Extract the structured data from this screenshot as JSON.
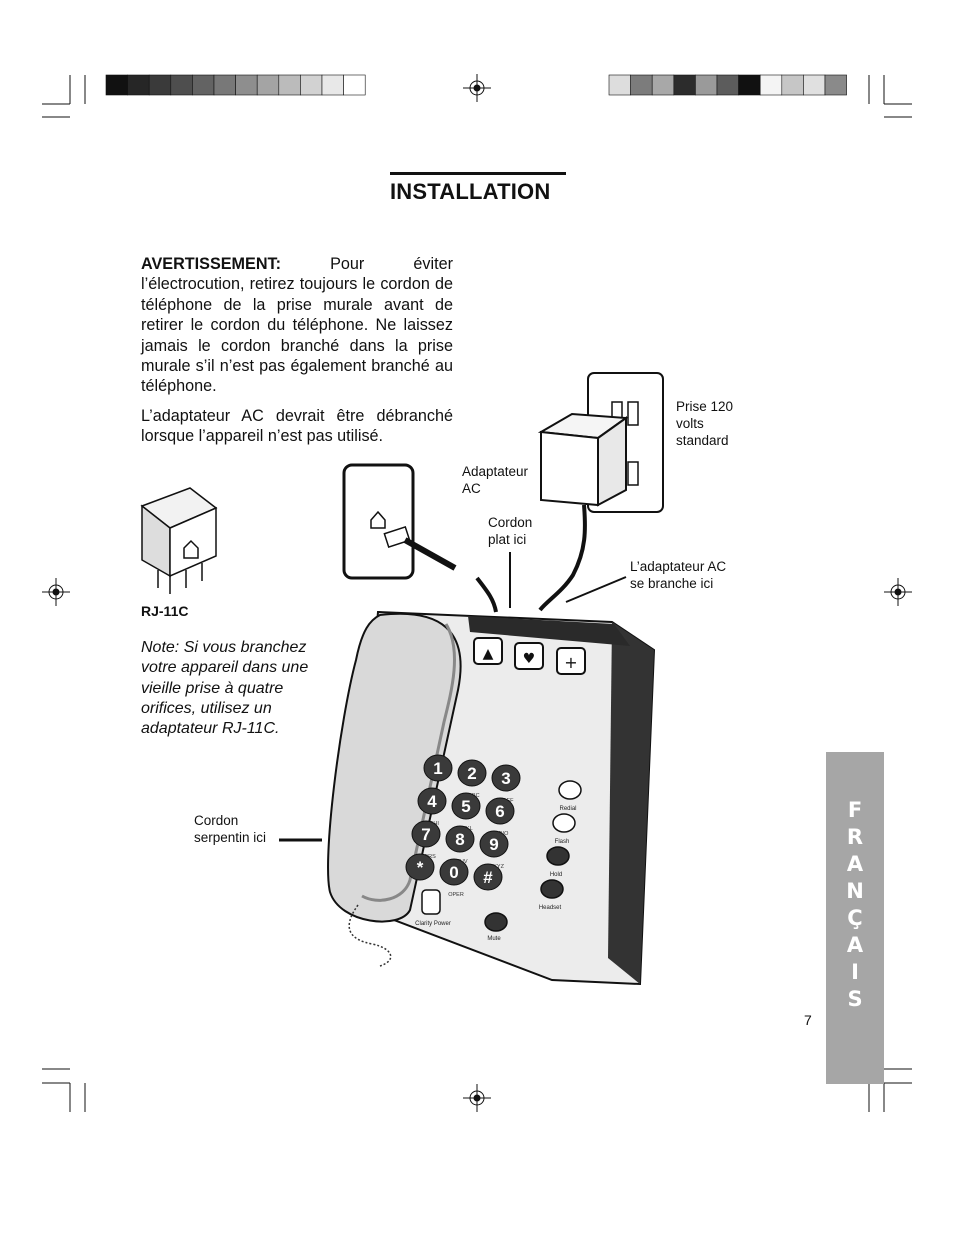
{
  "page": {
    "title": "INSTALLATION",
    "warning_label": "AVERTISSEMENT:",
    "warning_text": "Pour éviter l’électrocution, retirez toujours le cordon de téléphone de la prise murale avant de retirer le cordon du téléphone. Ne laissez jamais le cordon branché dans la prise murale s’il n’est pas également branché au téléphone.",
    "adapter_text": "L’adaptateur AC devrait être débranché lorsque l’appareil n’est pas utilisé.",
    "rj_label": "RJ-11C",
    "note_text": "Note:  Si vous branchez votre appareil dans une vieille prise à quatre orifices, utilisez un adaptateur RJ-11C.",
    "page_number": "7",
    "language_tab": [
      "F",
      "R",
      "A",
      "N",
      "Ç",
      "A",
      "I",
      "S"
    ]
  },
  "callouts": {
    "outlet": [
      "Prise 120",
      "volts",
      "standard"
    ],
    "ac_adapter": [
      "Adaptateur",
      "AC"
    ],
    "line_cord": [
      "Cordon",
      "plat ici"
    ],
    "ac_plug": [
      "L’adaptateur AC",
      "se branche ici"
    ],
    "coil_cord": [
      "Cordon",
      "serpentin ici"
    ]
  },
  "phone_keys": {
    "digits": [
      "1",
      "2",
      "3",
      "4",
      "5",
      "6",
      "7",
      "8",
      "9",
      "*",
      "0",
      "#"
    ],
    "letters": [
      "",
      "ABC",
      "DEF",
      "GHI",
      "JKL",
      "MNO",
      "PQRS",
      "TUV",
      "WXYZ",
      "",
      "OPER",
      ""
    ],
    "side": [
      "Redial",
      "Flash",
      "Hold",
      "Headset"
    ],
    "misc": [
      "Mute",
      "Clarity Power"
    ]
  },
  "colors": {
    "ink": "#111111",
    "tab_gray": "#a6a6a6",
    "calibration_left": [
      "#111111",
      "#262626",
      "#3a3a3a",
      "#4e4e4e",
      "#636363",
      "#787878",
      "#8e8e8e",
      "#a4a4a4",
      "#bbbbbb",
      "#d2d2d2",
      "#e8e8e8",
      "#ffffff"
    ],
    "calibration_right": [
      "#dddddd",
      "#7c7c7c",
      "#a8a8a8",
      "#2c2c2c",
      "#9a9a9a",
      "#5c5c5c",
      "#111111",
      "#f4f4f4",
      "#c6c6c6",
      "#e0e0e0",
      "#8a8a8a"
    ]
  }
}
